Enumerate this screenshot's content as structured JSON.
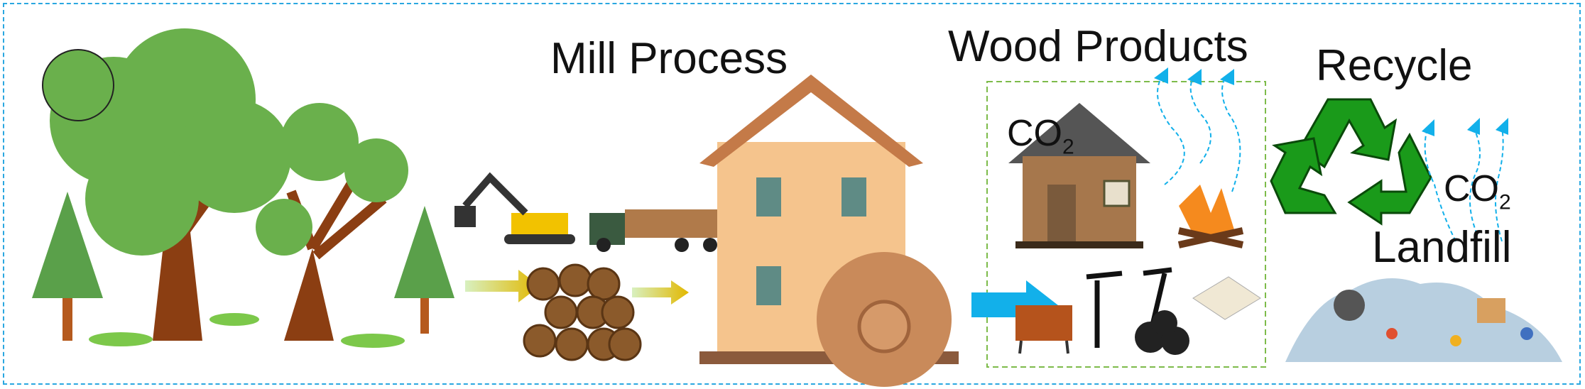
{
  "labels": {
    "mill_process": "Mill Process",
    "wood_products": "Wood Products",
    "recycle": "Recycle",
    "landfill": "Landfill",
    "co2_main": "CO",
    "co2_sub": "2"
  },
  "colors": {
    "border": "#2aa7e0",
    "products_box": "#7dbb4a",
    "recycle_green": "#1a9a1a",
    "arrow_blue": "#12b0ea",
    "tree_green": "#6ab04c",
    "trunk_brown": "#8b4513"
  },
  "icons": [
    "forest",
    "harvester",
    "logging-truck",
    "log-pile",
    "mill-house",
    "water-wheel",
    "wooden-cabin",
    "campfire",
    "furniture",
    "utility-pole",
    "coal",
    "paper",
    "recycle-symbol",
    "landfill-pile",
    "co2-emission-arrows"
  ]
}
